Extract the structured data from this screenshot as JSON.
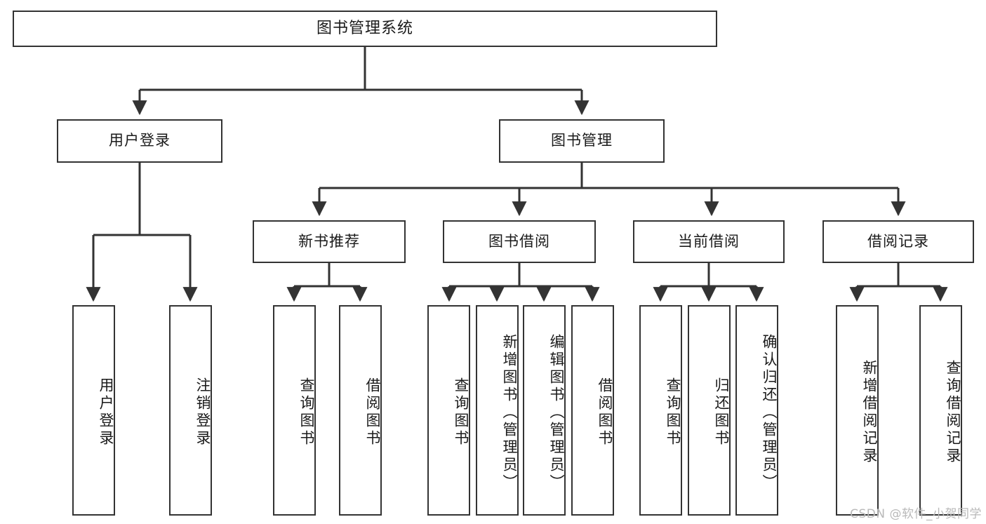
{
  "diagram": {
    "title": "图书管理系统",
    "type": "tree-hierarchy-chart",
    "root": {
      "id": "root",
      "label": "图书管理系统"
    },
    "level2": [
      {
        "id": "user-login",
        "label": "用户登录"
      },
      {
        "id": "book-manage",
        "label": "图书管理"
      }
    ],
    "level3": [
      {
        "id": "new-book-rec",
        "label": "新书推荐",
        "parent": "book-manage"
      },
      {
        "id": "book-borrow",
        "label": "图书借阅",
        "parent": "book-manage"
      },
      {
        "id": "current-borrow",
        "label": "当前借阅",
        "parent": "book-manage"
      },
      {
        "id": "borrow-record",
        "label": "借阅记录",
        "parent": "book-manage"
      }
    ],
    "leaves": {
      "user-login": [
        {
          "id": "leaf-user-login",
          "label": "用户登录"
        },
        {
          "id": "leaf-logout",
          "label": "注销登录"
        }
      ],
      "new-book-rec": [
        {
          "id": "leaf-query-book-1",
          "label": "查询图书"
        },
        {
          "id": "leaf-borrow-book-1",
          "label": "借阅图书"
        }
      ],
      "book-borrow": [
        {
          "id": "leaf-query-book-2",
          "label": "查询图书"
        },
        {
          "id": "leaf-add-book",
          "label": "新增图书（管理员）"
        },
        {
          "id": "leaf-edit-book",
          "label": "编辑图书（管理员）"
        },
        {
          "id": "leaf-borrow-book-2",
          "label": "借阅图书"
        }
      ],
      "current-borrow": [
        {
          "id": "leaf-query-book-3",
          "label": "查询图书"
        },
        {
          "id": "leaf-return-book",
          "label": "归还图书"
        },
        {
          "id": "leaf-confirm-return",
          "label": "确认归还（管理员）"
        }
      ],
      "borrow-record": [
        {
          "id": "leaf-add-record",
          "label": "新增借阅记录"
        },
        {
          "id": "leaf-query-record",
          "label": "查询借阅记录"
        }
      ]
    }
  },
  "watermark": {
    "text": "CSDN @软件_小贺同学"
  },
  "colors": {
    "stroke": "#333333",
    "box_fill": "#ffffff",
    "text": "#1a1a1a",
    "watermark": "#b9b9b9",
    "background": "#ffffff"
  }
}
